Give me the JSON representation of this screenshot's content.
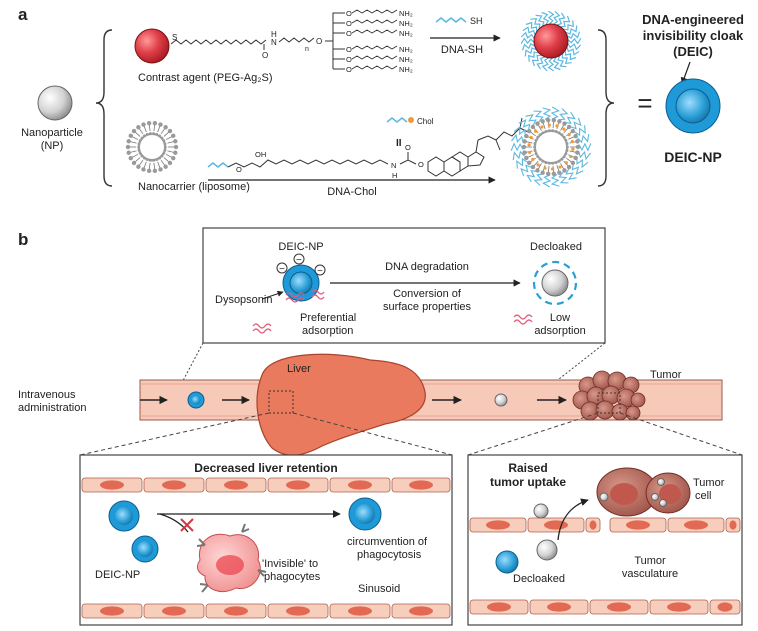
{
  "panel_a": {
    "label": "a",
    "nanoparticle": [
      "Nanoparticle",
      "(NP)"
    ],
    "contrast_agent": "Contrast agent (PEG-Ag₂S)",
    "dna_sh": "DNA-SH",
    "sh": "SH",
    "chol_label": "Chol",
    "nanocarrier": "Nanocarrier (liposome)",
    "dna_chol": "DNA-Chol",
    "equals": "=",
    "deic_title": [
      "DNA-engineered",
      "invisibility cloak",
      "(DEIC)"
    ],
    "deic_np": "DEIC-NP",
    "chem": {
      "nh2": "NH₂",
      "o": "O",
      "oh": "OH",
      "h": "H",
      "n": "N",
      "ii": "II",
      "s": "S",
      "sub_n": "n"
    }
  },
  "panel_b": {
    "label": "b",
    "top_box": {
      "deic_np": "DEIC-NP",
      "dna_degradation": "DNA degradation",
      "conversion": [
        "Conversion of",
        "surface properties"
      ],
      "dysopsonin": "Dysopsonin",
      "preferential": [
        "Preferential",
        "adsorption"
      ],
      "decloaked": "Decloaked",
      "low": [
        "Low",
        "adsorption"
      ],
      "minus": "−"
    },
    "vessel": {
      "intravenous": [
        "Intravenous",
        "administration"
      ],
      "liver": "Liver",
      "tumor": "Tumor"
    },
    "liver_box": {
      "title": "Decreased liver retention",
      "deic_np": "DEIC-NP",
      "invisible": [
        "'Invisible' to",
        "phagocytes"
      ],
      "circumvention": [
        "circumvention of",
        "phagocytosis"
      ],
      "sinusoid": "Sinusoid"
    },
    "tumor_box": {
      "title": [
        "Raised",
        "tumor uptake"
      ],
      "tumor_cell": [
        "Tumor",
        "cell"
      ],
      "decloaked": "Decloaked",
      "vasculature": [
        "Tumor",
        "vasculature"
      ]
    }
  },
  "colors": {
    "red_np": "#d9363e",
    "blue_np": "#2a9fd6",
    "gray_np": "#c8c8c8",
    "vessel": "#f6c9b8",
    "liver": "#e8735a",
    "dna": "#5bb8e0",
    "chol": "#f29a3a"
  }
}
